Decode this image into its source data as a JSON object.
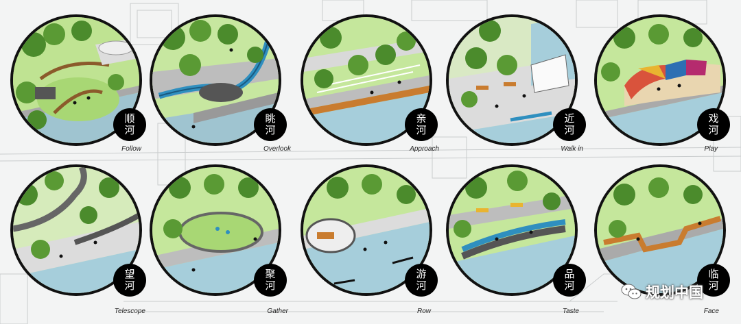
{
  "watermark": {
    "text": "规划中国",
    "icon": "wechat-icon"
  },
  "vignettes": [
    {
      "id": "follow",
      "cn1": "顺",
      "cn2": "河",
      "en": "Follow"
    },
    {
      "id": "overlook",
      "cn1": "眺",
      "cn2": "河",
      "en": "Overlook"
    },
    {
      "id": "approach",
      "cn1": "亲",
      "cn2": "河",
      "en": "Approach"
    },
    {
      "id": "walk-in",
      "cn1": "近",
      "cn2": "河",
      "en": "Walk in"
    },
    {
      "id": "play",
      "cn1": "戏",
      "cn2": "河",
      "en": "Play"
    },
    {
      "id": "telescope",
      "cn1": "望",
      "cn2": "河",
      "en": "Telescope"
    },
    {
      "id": "gather",
      "cn1": "聚",
      "cn2": "河",
      "en": "Gather"
    },
    {
      "id": "row",
      "cn1": "游",
      "cn2": "河",
      "en": "Row"
    },
    {
      "id": "taste",
      "cn1": "品",
      "cn2": "河",
      "en": "Taste"
    },
    {
      "id": "face",
      "cn1": "临",
      "cn2": "河",
      "en": "Face"
    }
  ]
}
